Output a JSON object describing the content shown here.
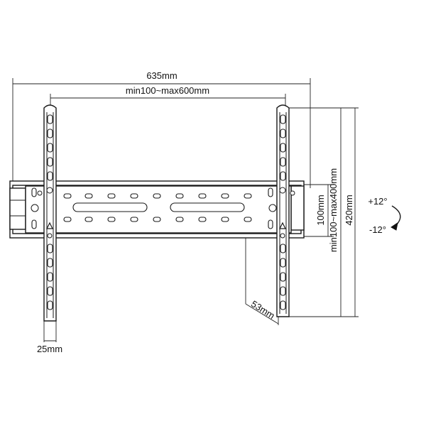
{
  "dimensions": {
    "overall_width": "635mm",
    "vesa_width": "min100~max600mm",
    "arm_width": "25mm",
    "wall_plate_height": "100mm",
    "vesa_height": "min100~max400mm",
    "arm_height": "420mm",
    "depth": "53mm"
  },
  "tilt": {
    "up": "+12°",
    "down": "-12°"
  }
}
